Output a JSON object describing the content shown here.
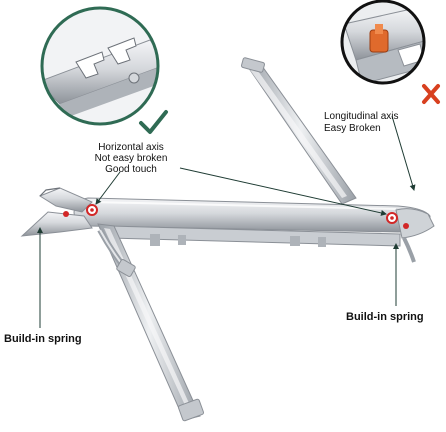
{
  "callouts": {
    "horizontal_axis": {
      "line1": "Horizontal axis",
      "line2": "Not easy broken",
      "line3": "Good touch",
      "verdict_icon": "check-icon"
    },
    "longitudinal_axis": {
      "line1": "Longitudinal axis",
      "line2": "Easy Broken",
      "verdict_icon": "cross-icon"
    },
    "spring_left": {
      "label": "Build-in spring"
    },
    "spring_right": {
      "label": "Build-in spring"
    }
  },
  "colors": {
    "zoom_ring_good": "#2f6b54",
    "zoom_ring_bad": "#111111",
    "check_mark": "#2f6b54",
    "cross_mark": "#d8401f",
    "pivot_marker": "#d22727",
    "metal_light": "#e9ebee",
    "metal_mid": "#c4c8cd",
    "metal_dark": "#8b9097"
  }
}
